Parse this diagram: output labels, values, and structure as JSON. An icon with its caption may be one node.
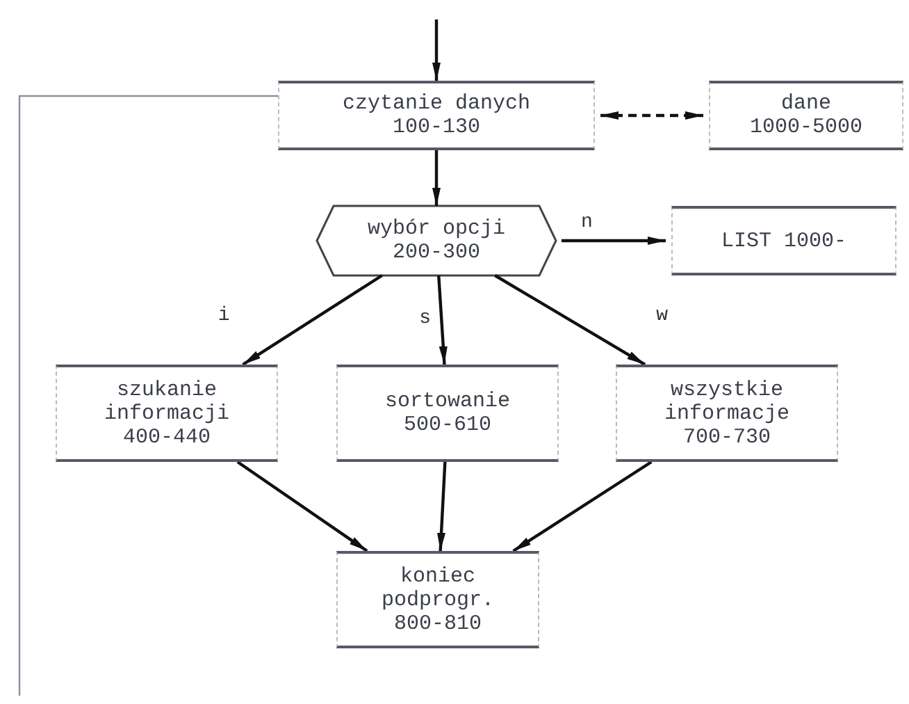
{
  "diagram": {
    "nodes": [
      {
        "text": [
          "czytanie danych",
          "100-130"
        ]
      },
      {
        "text": [
          "wybór opcji",
          "200-300"
        ]
      },
      {
        "text": [
          "dane",
          "1000-5000"
        ]
      },
      {
        "text": [
          "LIST 1000-"
        ]
      },
      {
        "text": [
          "szukanie informacji",
          "400-440"
        ]
      },
      {
        "text": [
          "sortowanie",
          "500-610"
        ]
      },
      {
        "text": [
          "wszystkie informacje",
          "700-730"
        ]
      },
      {
        "text": [
          "koniec podprogr.",
          "800-810"
        ]
      }
    ],
    "edges": [
      {
        "from": null,
        "to": 0,
        "arrow": "to"
      },
      {
        "from": 0,
        "to": 2,
        "arrow": "both",
        "style": "dashed"
      },
      {
        "from": 0,
        "to": 1,
        "arrow": "to"
      },
      {
        "from": 1,
        "to": 3,
        "arrow": "to",
        "label": "n"
      },
      {
        "from": 1,
        "to": 4,
        "arrow": "to",
        "label": "i"
      },
      {
        "from": 1,
        "to": 5,
        "arrow": "to",
        "label": "s"
      },
      {
        "from": 1,
        "to": 6,
        "arrow": "to",
        "label": "w"
      },
      {
        "from": 4,
        "to": 7,
        "arrow": "to"
      },
      {
        "from": 5,
        "to": 7,
        "arrow": "to"
      },
      {
        "from": 6,
        "to": 7,
        "arrow": "to"
      },
      {
        "from": 0,
        "to": null,
        "arrow": "none",
        "color": "#8890a0"
      }
    ]
  }
}
